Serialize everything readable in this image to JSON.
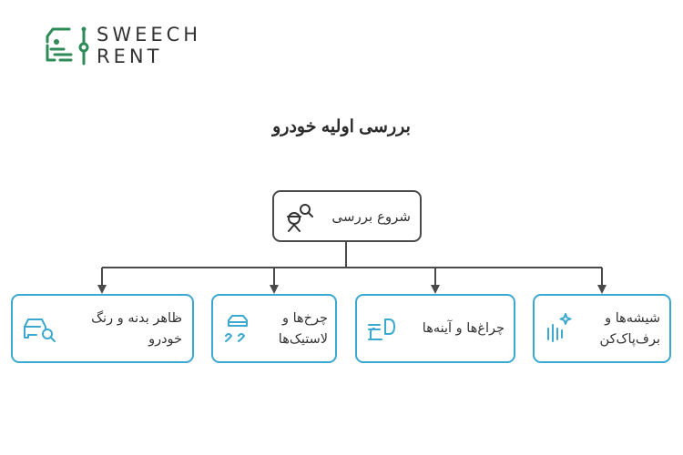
{
  "logo": {
    "line1": "SWEECH",
    "line2": "RENT",
    "icon": "car-circuit-icon",
    "color": "#2e8b57"
  },
  "title": "بررسی اولیه خودرو",
  "root": {
    "label": "شروع بررسی",
    "icon": "inspector-search-icon"
  },
  "children": [
    {
      "label_line1": "ظاهر بدنه و رنگ",
      "label_line2": "خودرو",
      "icon": "car-search-icon"
    },
    {
      "label_line1": "چرخ‌ها و",
      "label_line2": "لاستیک‌ها",
      "icon": "tire-icon"
    },
    {
      "label_line1": "چراغ‌ها و آینه‌ها",
      "label_line2": "",
      "icon": "headlight-icon"
    },
    {
      "label_line1": "شیشه‌ها و",
      "label_line2": "برف‌پاک‌کن",
      "icon": "windshield-sparkle-icon"
    }
  ],
  "colors": {
    "accent": "#3aa8cf",
    "connector": "#4a4a4a",
    "logo_green": "#2e8b57"
  }
}
